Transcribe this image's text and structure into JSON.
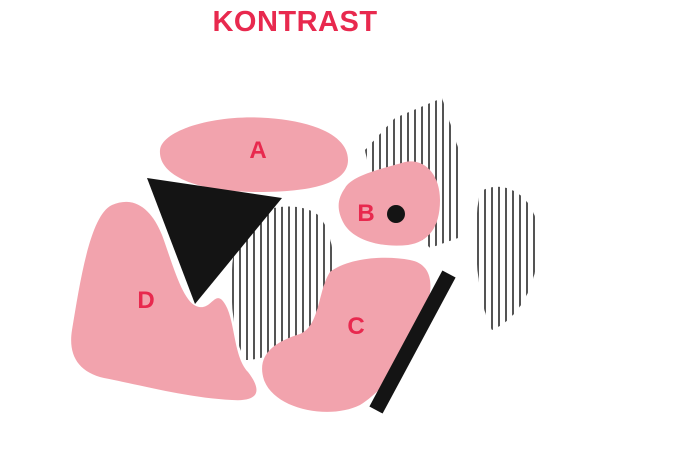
{
  "title": "KONTRAST",
  "colors": {
    "accent": "#e8294e",
    "pink": "#f2a3ad",
    "black": "#141414",
    "hatch": "#1a1a1a"
  },
  "shapes": {
    "a": {
      "label": "A"
    },
    "b": {
      "label": "B"
    },
    "c": {
      "label": "C"
    },
    "d": {
      "label": "D"
    }
  }
}
